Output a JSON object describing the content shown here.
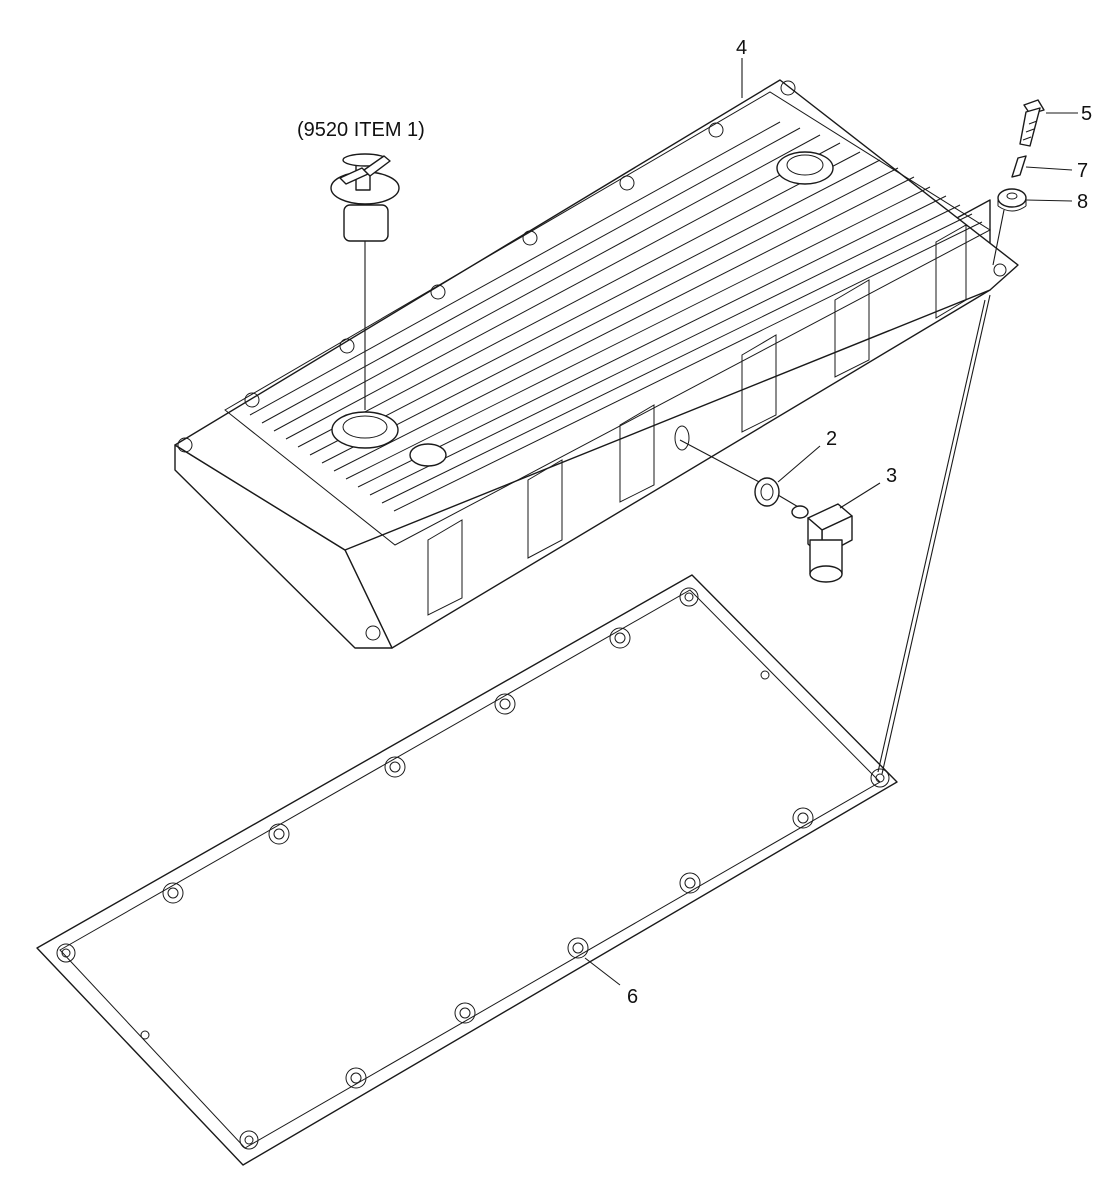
{
  "callouts": {
    "ref_note": "(9520 ITEM 1)",
    "c2": "2",
    "c3": "3",
    "c4": "4",
    "c5": "5",
    "c6": "6",
    "c7": "7",
    "c8": "8"
  },
  "parts": [
    {
      "id": "2",
      "kind": "plug"
    },
    {
      "id": "3",
      "kind": "elbow-fitting"
    },
    {
      "id": "4",
      "kind": "valve-cover"
    },
    {
      "id": "5",
      "kind": "bolt"
    },
    {
      "id": "6",
      "kind": "gasket"
    },
    {
      "id": "7",
      "kind": "pin"
    },
    {
      "id": "8",
      "kind": "spacer"
    }
  ]
}
